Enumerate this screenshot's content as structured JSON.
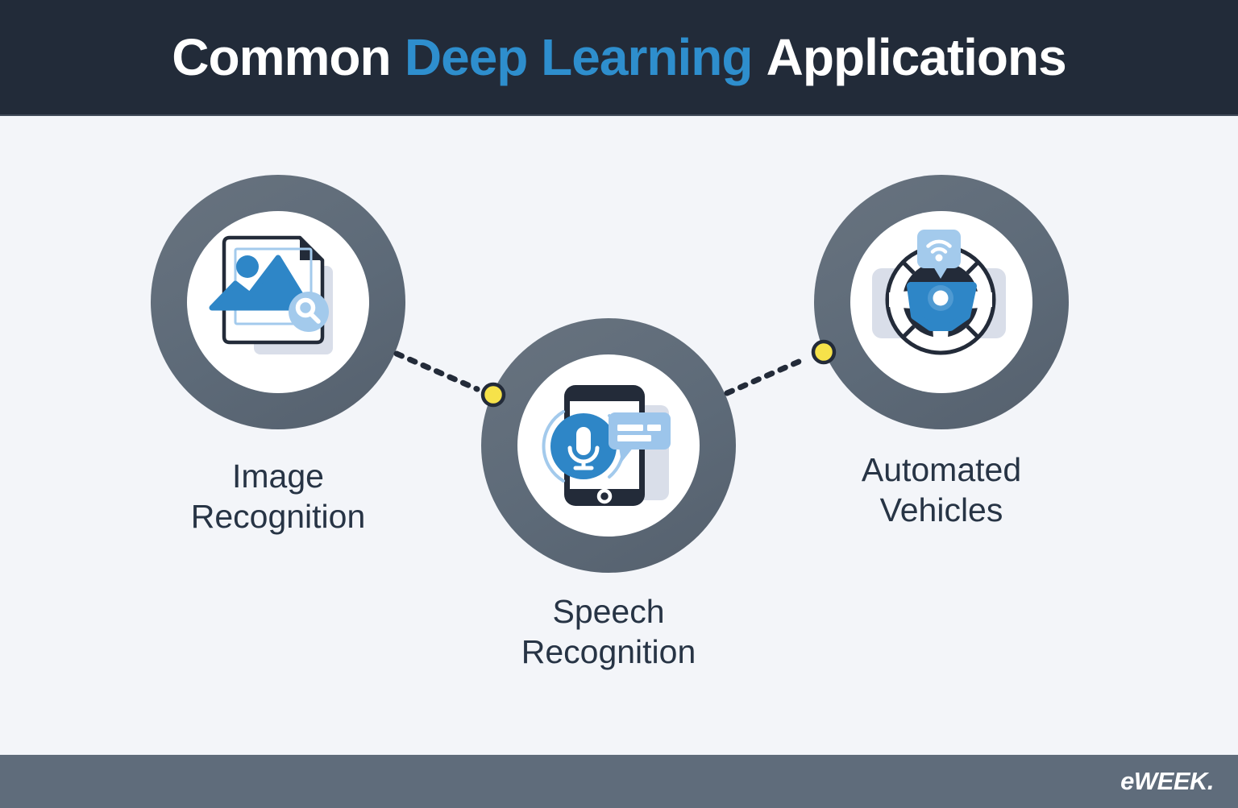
{
  "header": {
    "title_prefix": "Common",
    "title_highlight": "Deep Learning",
    "title_suffix": "Applications"
  },
  "items": [
    {
      "label": "Image Recognition",
      "icon": "image-recognition-icon"
    },
    {
      "label": "Speech Recognition",
      "icon": "speech-recognition-icon"
    },
    {
      "label": "Automated Vehicles",
      "icon": "automated-vehicles-icon"
    }
  ],
  "footer": {
    "brand": "eWEEK."
  },
  "colors": {
    "header_bg": "#222B39",
    "body_bg": "#F3F5F9",
    "footer_bg": "#5F6C7B",
    "accent_blue": "#2E8ECD",
    "ring_gray": "#5D6A78",
    "label_color": "#273445",
    "icon_blue": "#2E86C7",
    "icon_light_blue": "#A3CAEC",
    "icon_dark": "#232B39",
    "shadow_gray": "#D9DEE9",
    "dot_yellow": "#F6E24A"
  }
}
